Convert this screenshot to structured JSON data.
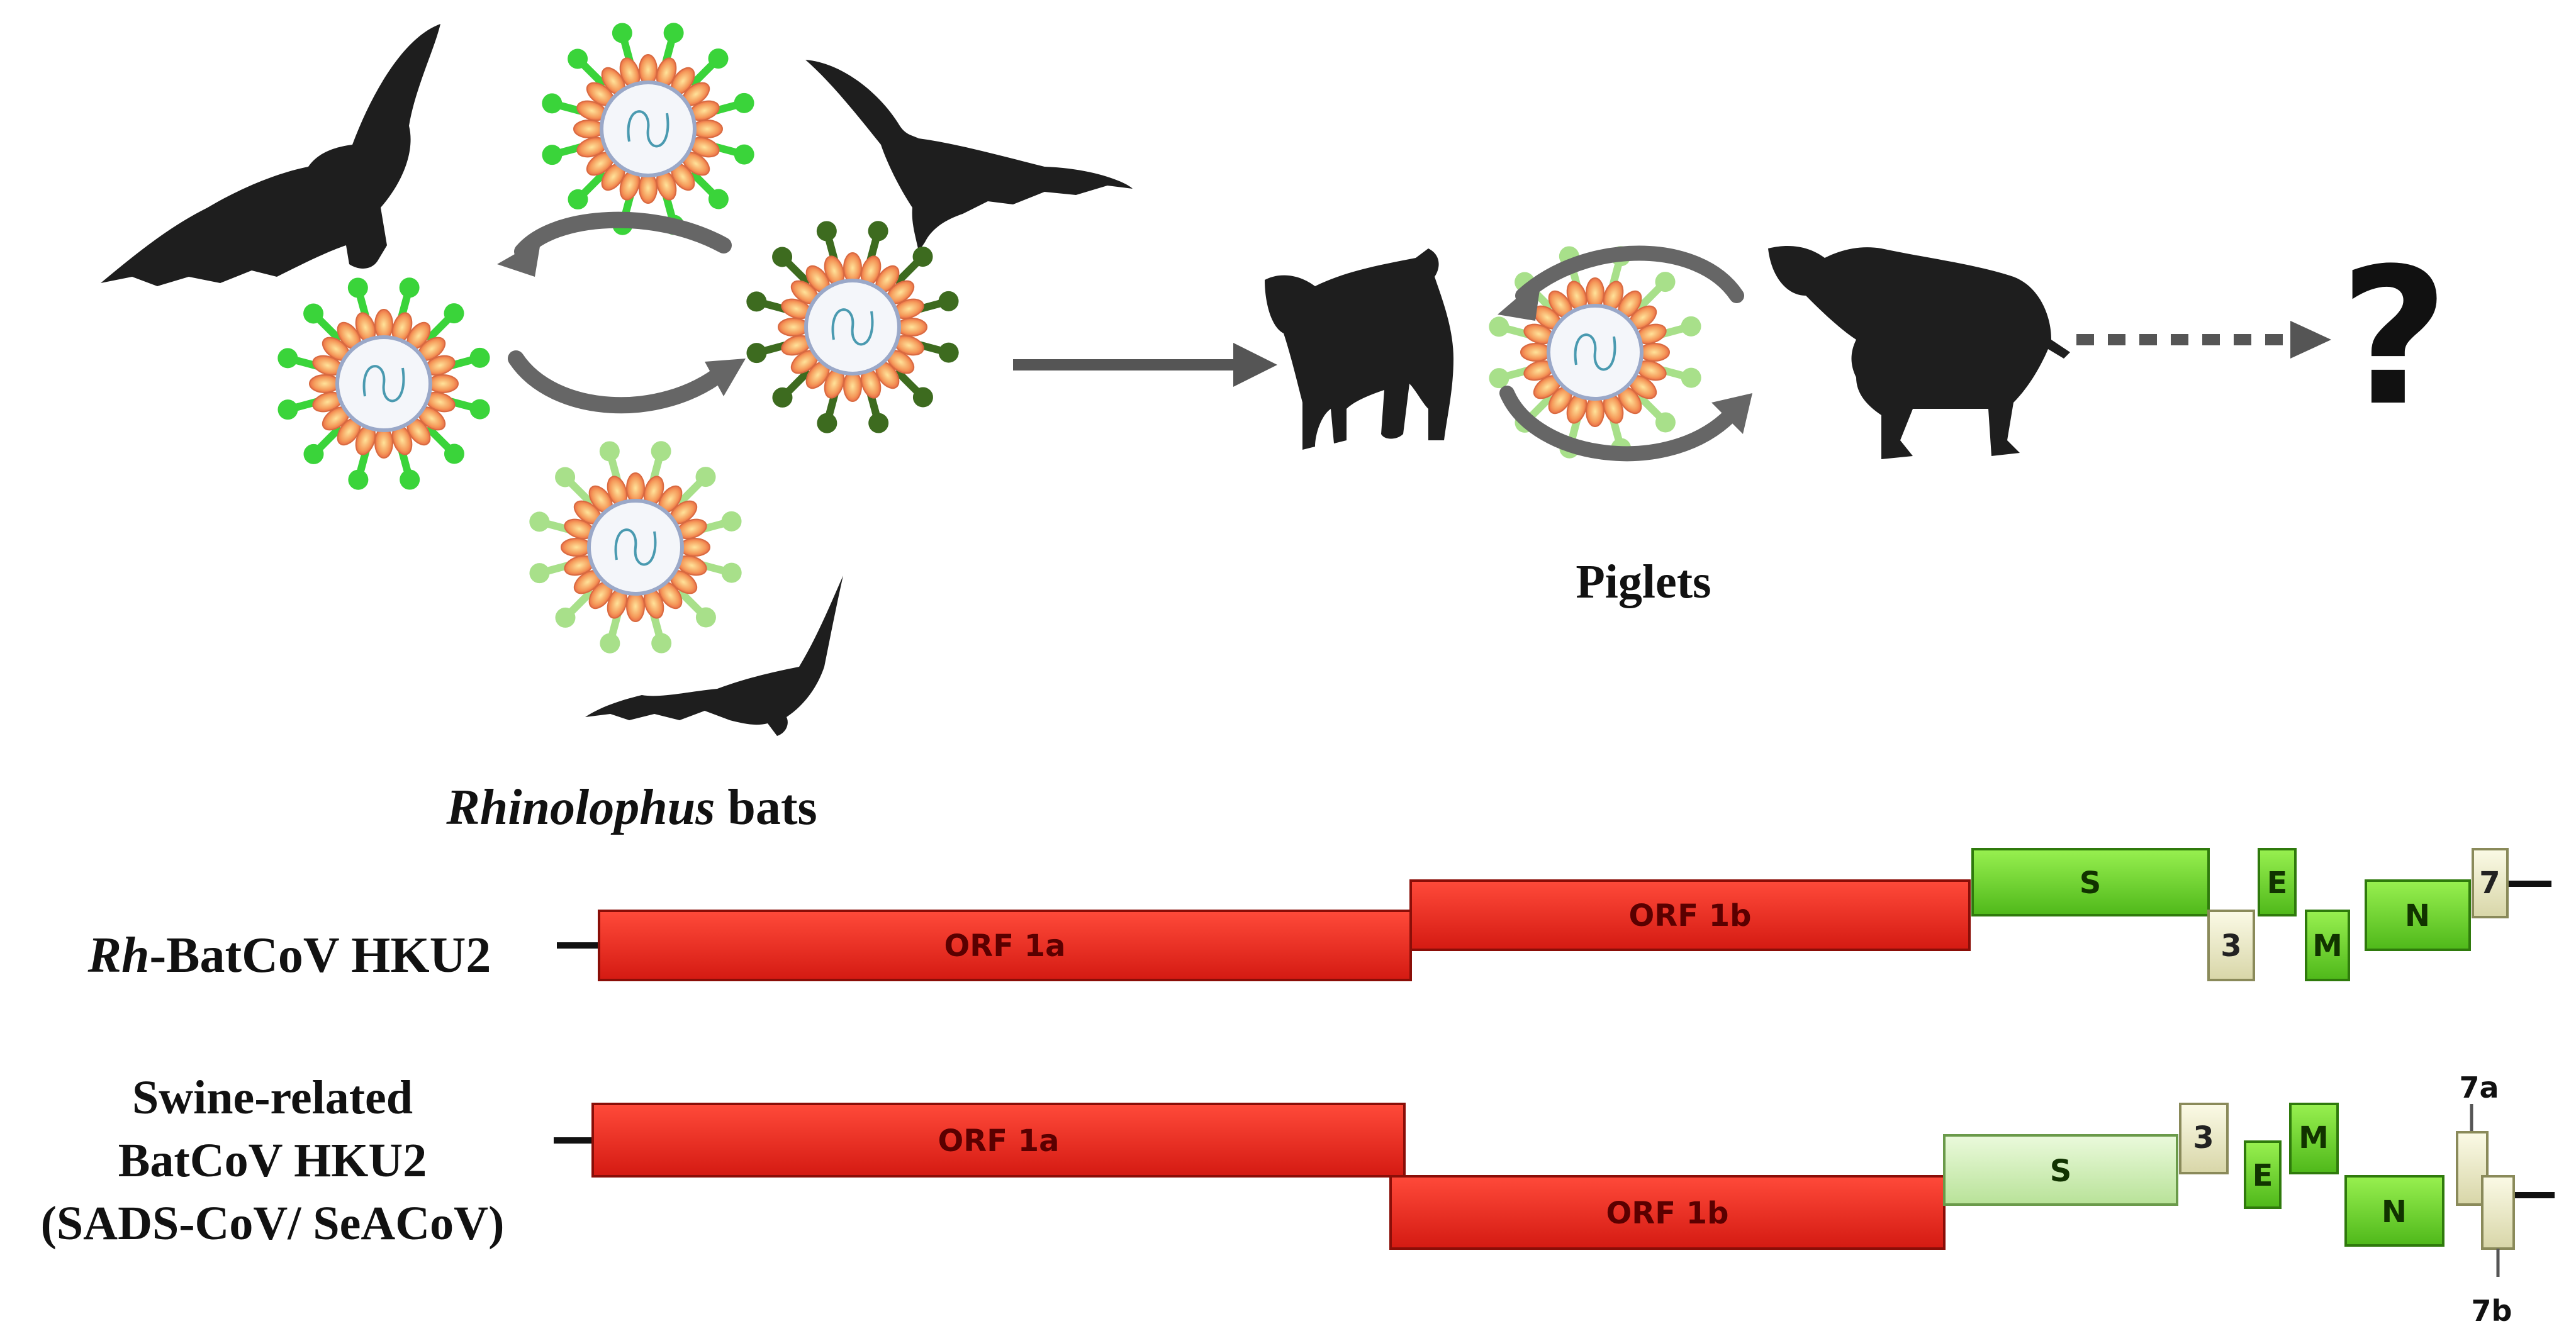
{
  "labels": {
    "bats_italic": "Rhinolophus",
    "bats_rest": " bats",
    "piglets": "Piglets",
    "question": "?",
    "genome1_italic": "Rh",
    "genome1_rest": "-BatCoV HKU2",
    "genome2_line1": "Swine-related",
    "genome2_line2": "BatCoV HKU2",
    "genome2_line3": "(SADS-CoV/ SeACoV)"
  },
  "genome1": {
    "genes": [
      {
        "name": "ORF 1a",
        "type": "orf"
      },
      {
        "name": "ORF 1b",
        "type": "orf"
      },
      {
        "name": "S",
        "type": "green"
      },
      {
        "name": "3",
        "type": "pale"
      },
      {
        "name": "E",
        "type": "green"
      },
      {
        "name": "M",
        "type": "green"
      },
      {
        "name": "N",
        "type": "green"
      },
      {
        "name": "7",
        "type": "pale"
      }
    ]
  },
  "genome2": {
    "genes": [
      {
        "name": "ORF 1a",
        "type": "orf"
      },
      {
        "name": "ORF 1b",
        "type": "orf"
      },
      {
        "name": "S",
        "type": "palegreen"
      },
      {
        "name": "3",
        "type": "pale"
      },
      {
        "name": "E",
        "type": "green"
      },
      {
        "name": "M",
        "type": "green"
      },
      {
        "name": "N",
        "type": "green"
      },
      {
        "name": "7a",
        "type": "pale"
      },
      {
        "name": "7b",
        "type": "pale"
      }
    ]
  },
  "colors": {
    "orf_red": "#e8201a",
    "gene_green": "#6fd428",
    "gene_pale": "#efeec8",
    "gene_palegreen": "#d4f0b8",
    "silhouette": "#1e1e1e",
    "arrow_gray": "#555555",
    "spike_bright": "#3ad43a",
    "spike_dark": "#3d6b1f",
    "spike_light": "#a8e08a"
  },
  "icons": [
    "bat-silhouette",
    "pig-silhouette",
    "coronavirus-particle",
    "cycle-arrow",
    "transmission-arrow"
  ]
}
